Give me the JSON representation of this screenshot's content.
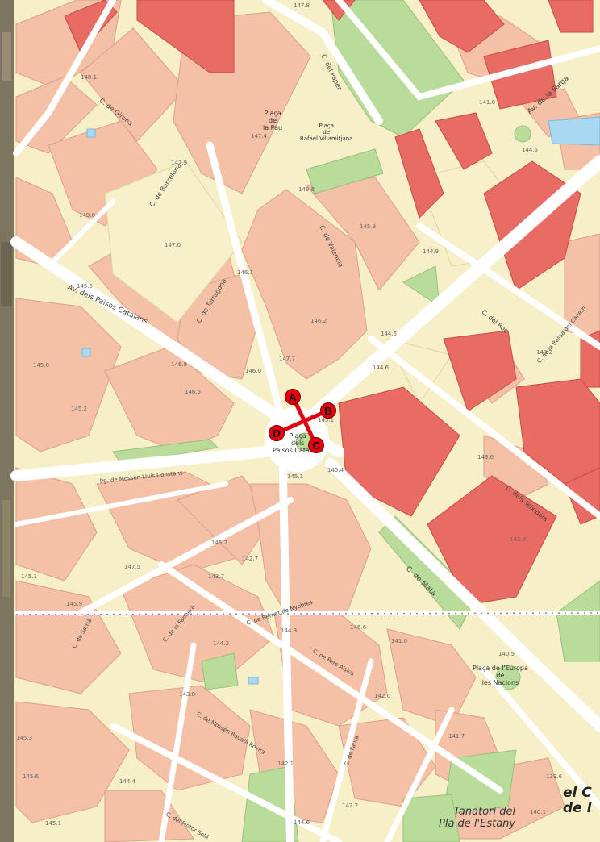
{
  "map": {
    "streets": [
      {
        "id": "av-paisos",
        "text": "Av. dels Països Catalans"
      },
      {
        "id": "c-tarragona",
        "text": "C. de Tarragona"
      },
      {
        "id": "c-barcelona",
        "text": "C. de Barcelona"
      },
      {
        "id": "c-girona",
        "text": "C. de Girona"
      },
      {
        "id": "c-paper",
        "text": "C. del Paper"
      },
      {
        "id": "c-valencia",
        "text": "C. de Valencia"
      },
      {
        "id": "av-farga",
        "text": "Av. de la Farga"
      },
      {
        "id": "c-roc",
        "text": "C. del Roc"
      },
      {
        "id": "c-bassa",
        "text": "C. de la Bassa del Cànem"
      },
      {
        "id": "c-teixidors",
        "text": "C. dels Teixidors"
      },
      {
        "id": "c-mata",
        "text": "C. de Mata"
      },
      {
        "id": "pg-mossen",
        "text": "Pg. de Mossèn Lluís Constans"
      },
      {
        "id": "c-farinera",
        "text": "C. de la Farinera"
      },
      {
        "id": "c-mossen-bau",
        "text": "C. de Mossèn Baudili Rovira"
      },
      {
        "id": "c-pere",
        "text": "C. de Pere Alsius"
      },
      {
        "id": "c-pintor",
        "text": "C. del Pintor Solé"
      },
      {
        "id": "c-bernat",
        "text": "C. de Bernat de Nyobres"
      },
      {
        "id": "c-sarria",
        "text": "C. de Sarrià"
      },
      {
        "id": "c-faura",
        "text": "C. de Faura"
      }
    ],
    "squares": [
      {
        "id": "pl-pau",
        "text": "Plaça\nde\nla Pau"
      },
      {
        "id": "pl-rafael",
        "text": "Plaça\nde\nRafael Villamitjana"
      },
      {
        "id": "pl-paisos",
        "text": "Plaça\ndels\nPaïsos Catalans"
      },
      {
        "id": "pl-europa",
        "text": "Plaça de l'Europa\nde\nles Nacions"
      }
    ],
    "elevations": [
      "147.8",
      "140.1",
      "147.4",
      "147.9",
      "149.8",
      "147.0",
      "146.1",
      "146.8",
      "145.9",
      "146.2",
      "145.5",
      "145.2",
      "146.0",
      "147.7",
      "146.5",
      "145.8",
      "146.9",
      "144.5",
      "144.6",
      "144.9",
      "145.1",
      "144.5",
      "143.6",
      "143.2",
      "142.8",
      "145.1",
      "145.4",
      "145.7",
      "145.9",
      "147.5",
      "144.2",
      "144.9",
      "146.6",
      "141.0",
      "140.5",
      "142.0",
      "141.7",
      "144.4",
      "143.8",
      "142.1",
      "142.2",
      "144.6",
      "145.3",
      "145.6",
      "145.1",
      "139.6",
      "140.1",
      "143.7",
      "142.7",
      "141.8",
      "145.1"
    ],
    "places": [
      {
        "id": "tanatori",
        "text": "Tanatori del\nPla de l'Estany"
      },
      {
        "id": "town",
        "text": "el C\nde l"
      }
    ]
  },
  "markers": [
    {
      "label": "A"
    },
    {
      "label": "B"
    },
    {
      "label": "C"
    },
    {
      "label": "D"
    }
  ],
  "colors": {
    "background": "#f6efc8",
    "block": "#f4c1a6",
    "block_stroke": "#d9a089",
    "building": "#e86c64",
    "park": "#b9dc9a",
    "road": "#ffffff",
    "water": "#a9d8f2",
    "marker": "#e3000f"
  }
}
